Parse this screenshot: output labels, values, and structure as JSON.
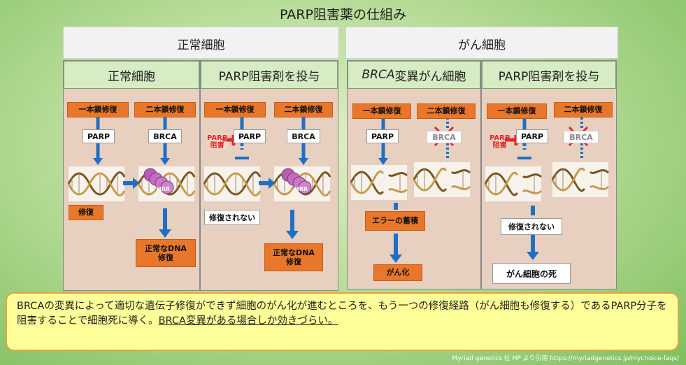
{
  "title": "PARP阻害薬の仕組み",
  "groups": {
    "normal": "正常細胞",
    "cancer": "がん細胞"
  },
  "panels": [
    {
      "title": "正常細胞",
      "italic": "",
      "single_strand": "一本鎖修復",
      "double_strand": "二本鎖修復",
      "parp": "PARP",
      "brca": "BRCA",
      "hrr": "HRR",
      "result_left": "修復",
      "result_right_1": "正常なDNA",
      "result_right_2": "修復"
    },
    {
      "title": "PARP阻害剤を投与",
      "italic": "",
      "single_strand": "一本鎖修復",
      "double_strand": "二本鎖修復",
      "parp": "PARP",
      "inhibitor_1": "PARP",
      "inhibitor_2": "阻害",
      "brca": "BRCA",
      "hrr": "HRR",
      "result_left": "修復されない",
      "result_right_1": "正常なDNA",
      "result_right_2": "修復"
    },
    {
      "title_italic": "BRCA",
      "title": "変異がん細胞",
      "single_strand": "一本鎖修復",
      "double_strand": "二本鎖修復",
      "parp": "PARP",
      "brca": "BRCA",
      "result_1": "エラーの蓄積",
      "result_2": "がん化"
    },
    {
      "title": "PARP阻害剤を投与",
      "single_strand": "一本鎖修復",
      "double_strand": "二本鎖修復",
      "parp": "PARP",
      "inhibitor_1": "PARP",
      "inhibitor_2": "阻害",
      "brca": "BRCA",
      "result_1": "修復されない",
      "result_2": "がん細胞の死"
    }
  ],
  "caption": {
    "text": "BRCAの変異によって適切な遺伝子修復ができず細胞のがん化が進むところを、もう一つの修復経路（がん細胞も修復する）であるPARP分子を阻害することで細胞死に導く。",
    "underlined": "BRCA変異がある場合しか効きづらい。"
  },
  "credit": "Myriad genetics 社 HP より引用  https://myriadgenetics.jp/mychoice-faqs/",
  "colors": {
    "orange_box": "#e8772c",
    "arrow_blue": "#1f6fc4",
    "panel_bg": "#e7d0bf",
    "panel_title_bg": "#d6ecc4",
    "caption_bg": "#ffff99",
    "inhibitor_red": "#e02828"
  }
}
